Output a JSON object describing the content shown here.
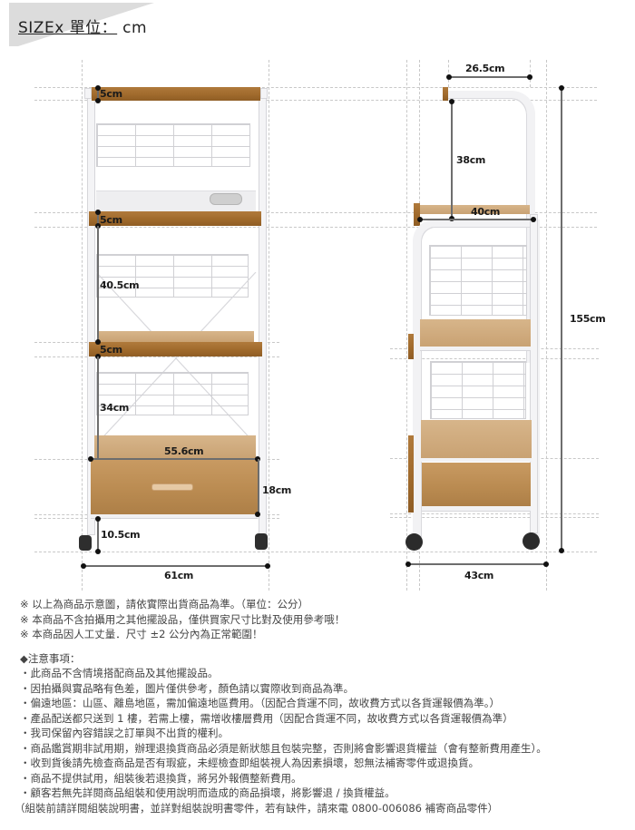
{
  "header": {
    "title_main": "SIZEx 單位：",
    "title_unit": "cm"
  },
  "front_view": {
    "dimensions": {
      "top_board_thickness": "5cm",
      "second_board_thickness": "5cm",
      "middle_gap": "40.5cm",
      "third_board_thickness": "5cm",
      "lower_gap": "34cm",
      "drawer_width": "55.6cm",
      "drawer_height": "18cm",
      "floor_clearance": "10.5cm",
      "total_width": "61cm"
    }
  },
  "side_view": {
    "dimensions": {
      "top_depth": "26.5cm",
      "upper_gap": "38cm",
      "shelf_depth": "40cm",
      "total_height": "155cm",
      "total_depth": "43cm"
    }
  },
  "colors": {
    "wood": "#a36d30",
    "frame": "#f4f4f6",
    "wheel": "#2e2e2e",
    "guide": "#c8c8c8",
    "dimension_line": "#6d6d6d"
  },
  "notes": {
    "remarks": [
      "※ 以上為商品示意圖，請依實際出貨商品為準。（單位：公分）",
      "※ 本商品不含拍攝用之其他擺設品，僅供買家尺寸比對及使用參考哦！",
      "※ 本商品因人工丈量．尺寸 ±2 公分內為正常範圍！"
    ],
    "caution_title": "◆注意事項：",
    "cautions": [
      "・此商品不含情境搭配商品及其他擺設品。",
      "・因拍攝與實品略有色差，圖片僅供參考，顏色請以實際收到商品為準。",
      "・偏遠地區：山區、離島地區，需加偏遠地區費用。（因配合貨運不同，故收費方式以各貨運報價為準。）",
      "・產品配送都只送到 1 樓，若需上樓，需增收樓層費用（因配合貨運不同，故收費方式以各貨運報價為準）",
      "・我司保留內容錯誤之訂單與不出貨的權利。",
      "・商品鑑賞期非試用期，辦理退換貨商品必須是新狀態且包裝完整，否則將會影響退貨權益（會有整新費用產生）。",
      "・收到貨後請先檢查商品是否有瑕疵，未經檢查即組裝視人為因素損壞，恕無法補寄零件或退換貨。",
      "・商品不提供試用，組裝後若退換貨，將另外報價整新費用。",
      "・顧客若無先詳閱商品組裝和使用說明而造成的商品損壞，將影響退 / 換貨權益。"
    ],
    "footer": "（組裝前請詳閱組裝說明書，並詳對組裝說明書零件，若有缺件，請來電 0800-006086 補寄商品零件）"
  }
}
